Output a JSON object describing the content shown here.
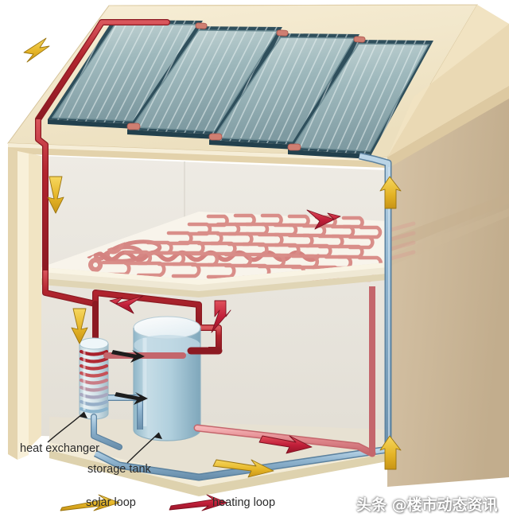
{
  "figure": {
    "subject": "solar-thermal-house-cutaway",
    "background_color": "#ffffff"
  },
  "labels": {
    "heat_exchanger": "heat exchanger",
    "storage_tank": "storage tank"
  },
  "legend": {
    "items": [
      {
        "label": "solar loop",
        "color": "#d9a61e",
        "arrow": "solar-loop-arrow"
      },
      {
        "label": "heating loop",
        "color": "#c2203a",
        "arrow": "heating-loop-arrow"
      }
    ]
  },
  "watermark": {
    "text": "头条 @楼市动态资讯"
  },
  "palette": {
    "house_body": "#f3e7c7",
    "house_body_shade": "#e8d9b4",
    "interior_wall": "#e9e6df",
    "right_wall": "#cdb99b",
    "floor_slab": "#f1ead7",
    "panel_glass_top": "#b9cbcc",
    "panel_glass_bottom": "#8aa7ad",
    "panel_frame": "#2f4f5c",
    "hot_pipe": "#b3252f",
    "warm_pipe": "#e38b90",
    "cold_pipe": "#8fb4cf",
    "tank_water": "#aecede",
    "solar_arrow": "#e8b82a",
    "heating_arrow": "#c2203a",
    "copper_coupler": "#cf7f72"
  },
  "components": {
    "solar_panels": {
      "count": 4,
      "name": "flat-plate solar collectors"
    },
    "floor_coil": {
      "name": "radiant floor heating coil",
      "rows": 7
    },
    "tank": {
      "name": "storage tank"
    },
    "exchanger": {
      "name": "heat exchanger coil"
    },
    "arrows": {
      "solar_loop_markers": 4,
      "heating_loop_markers": 4
    }
  }
}
